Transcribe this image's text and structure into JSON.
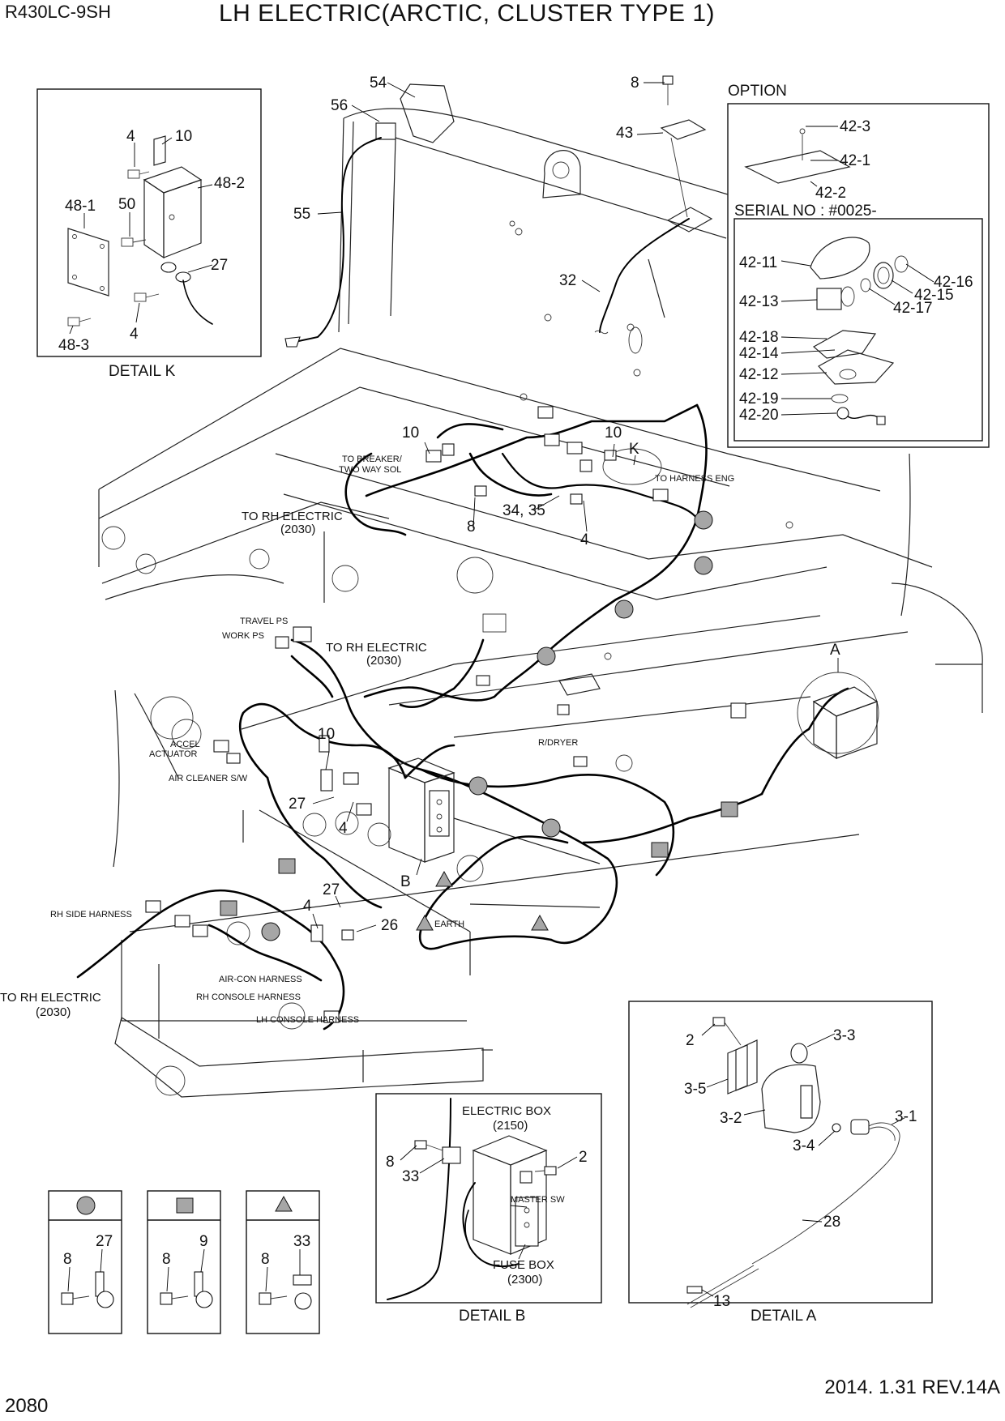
{
  "header": {
    "model": "R430LC-9SH",
    "title": "LH ELECTRIC(ARCTIC, CLUSTER TYPE 1)"
  },
  "footer": {
    "page_number": "2080",
    "revision": "2014. 1.31  REV.14A"
  },
  "detail_k": {
    "caption": "DETAIL K",
    "callouts": [
      "4",
      "10",
      "48-2",
      "48-1",
      "50",
      "27",
      "4",
      "48-3"
    ]
  },
  "option": {
    "heading": "OPTION",
    "callouts": [
      "42-3",
      "42-1",
      "42-2"
    ],
    "serial": "SERIAL NO : #0025-",
    "serial_callouts": [
      "42-11",
      "42-16",
      "42-15",
      "42-13",
      "42-17",
      "42-18",
      "42-14",
      "42-12",
      "42-19",
      "42-20"
    ]
  },
  "main": {
    "callouts": {
      "c54": "54",
      "c56": "56",
      "c55": "55",
      "c8_top": "8",
      "c43": "43",
      "c32": "32",
      "c10_a": "10",
      "c8_mid": "8",
      "c34_35": "34, 35",
      "c4_mid": "4",
      "c10_b": "10",
      "cK": "K",
      "cA": "A",
      "c10_c": "10",
      "c27_a": "27",
      "c4_b": "4",
      "cB": "B",
      "c27_b": "27",
      "c4_c": "4",
      "c26": "26"
    },
    "labels": {
      "to_breaker_1": "TO BREAKER/",
      "to_breaker_2": "TWO WAY SOL",
      "to_harness_eng": "TO HARNESS ENG",
      "to_rh_1": "TO RH ELECTRIC",
      "to_rh_1_ref": "(2030)",
      "travel_ps": "TRAVEL PS",
      "work_ps": "WORK PS",
      "to_rh_2": "TO RH ELECTRIC",
      "to_rh_2_ref": "(2030)",
      "accel_1": "ACCEL",
      "accel_2": "ACTUATOR",
      "air_cleaner": "AIR CLEANER S/W",
      "rdryer": "R/DRYER",
      "rh_side": "RH SIDE HARNESS",
      "earth": "EARTH",
      "aircon": "AIR-CON HARNESS",
      "rh_console": "RH CONSOLE HARNESS",
      "lh_console": "LH CONSOLE HARNESS",
      "to_rh_3": "TO RH ELECTRIC",
      "to_rh_3_ref": "(2030)"
    }
  },
  "legend": [
    {
      "symbol": "circle",
      "callouts": [
        "27",
        "8"
      ]
    },
    {
      "symbol": "square",
      "callouts": [
        "9",
        "8"
      ]
    },
    {
      "symbol": "triangle",
      "callouts": [
        "33",
        "8"
      ]
    }
  ],
  "detail_b": {
    "caption": "DETAIL B",
    "electric_box": "ELECTRIC BOX",
    "electric_box_ref": "(2150)",
    "master_sw": "MASTER SW",
    "fuse_box": "FUSE BOX",
    "fuse_box_ref": "(2300)",
    "callouts": [
      "8",
      "33",
      "2"
    ]
  },
  "detail_a": {
    "caption": "DETAIL A",
    "callouts": [
      "2",
      "3-3",
      "3-5",
      "3-2",
      "3-4",
      "3-1",
      "28",
      "13"
    ]
  },
  "colors": {
    "ink": "#111111",
    "symbol_fill": "#a6a6a6",
    "background": "#ffffff"
  },
  "icons": [
    "circle-clip-symbol",
    "square-clip-symbol",
    "triangle-clip-symbol",
    "bolt-icon",
    "clip-icon"
  ]
}
